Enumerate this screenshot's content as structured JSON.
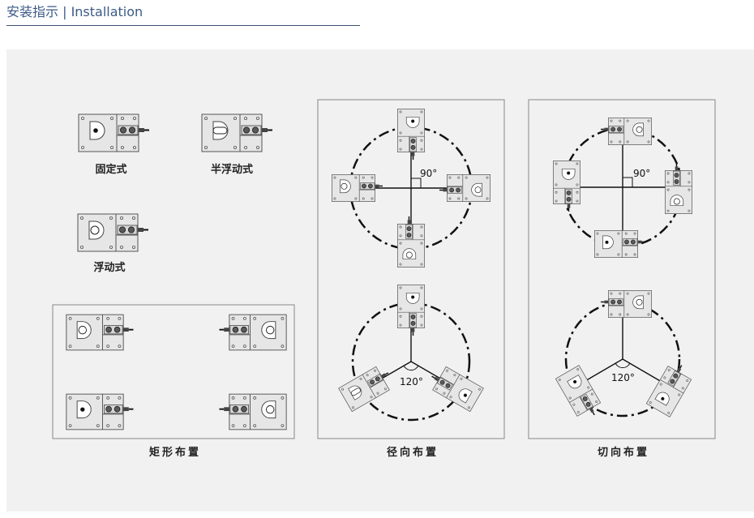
{
  "header": {
    "title": "安装指示 | Installation"
  },
  "mount_types": {
    "fixed": "固定式",
    "semi_floating": "半浮动式",
    "floating": "浮动式"
  },
  "layouts": {
    "rectangular": "矩形布置",
    "radial": "径向布置",
    "tangential": "切向布置"
  },
  "angles": {
    "radial_right": "90°",
    "radial_triangle": "120°",
    "tangential_right": "90°",
    "tangential_triangle": "120°"
  },
  "colors": {
    "header_text": "#3b5a86",
    "header_rule": "#3d5274",
    "panel_background": "#f1f1f1",
    "plate_fill": "#e6e6e6",
    "line": "#222222"
  }
}
